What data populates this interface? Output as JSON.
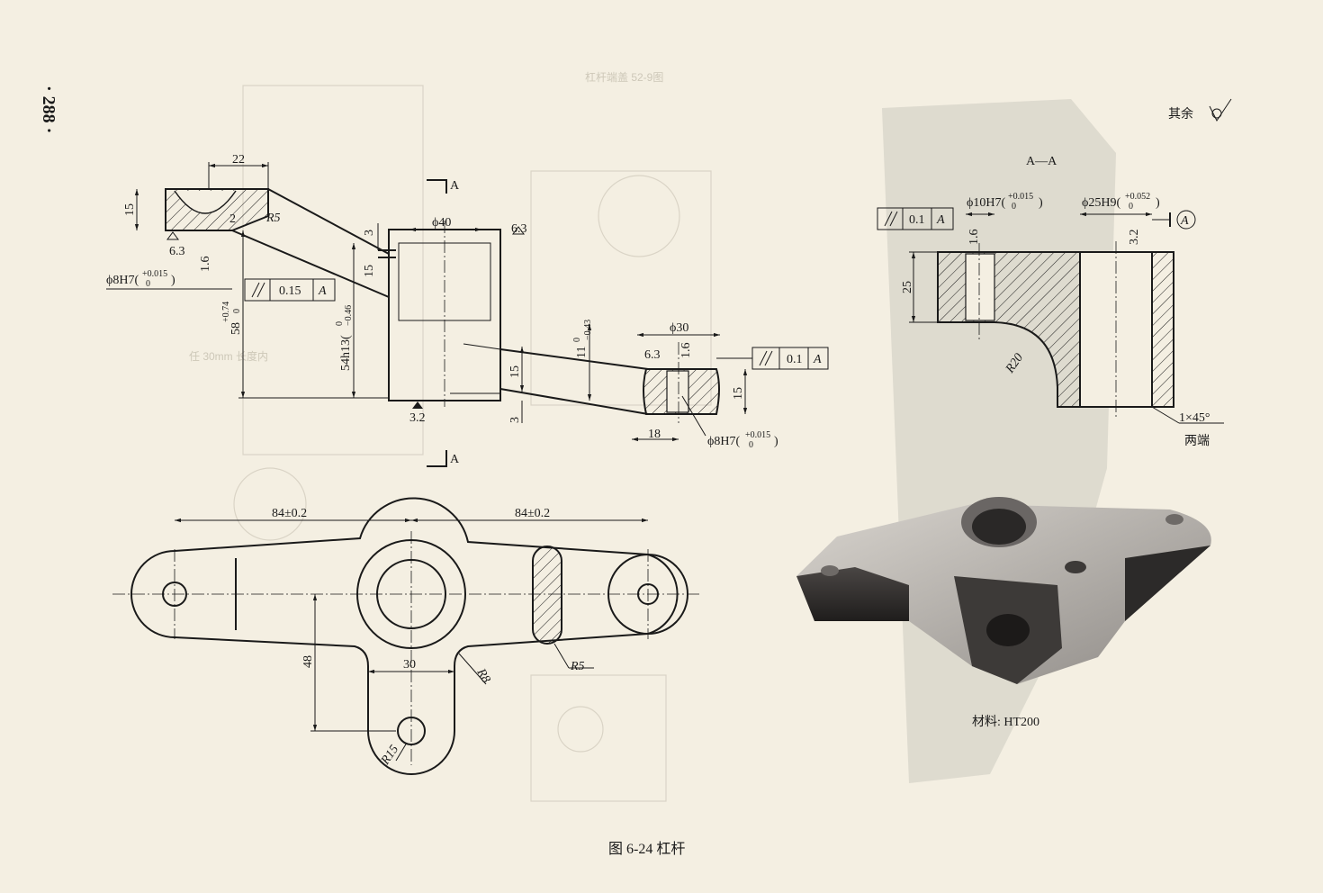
{
  "page_number": "· 288 ·",
  "roughness_note": "其余",
  "section_title": "A—A",
  "section_mark": "A",
  "material": "材料: HT200",
  "caption": "图 6-24   杠杆",
  "front_view": {
    "dim_22": "22",
    "dim_15_left": "15",
    "r5_top": "R5",
    "dim_2": "2",
    "rough_6_3_left": "6.3",
    "dim_1_6": "1.6",
    "bore_phi8": "ϕ8H7(",
    "tol_phi8_upper": "+0.015",
    "tol_phi8_lower": "0",
    "tol_close": ")",
    "parallel_value": "0.15",
    "datum": "A",
    "dim_58": "58",
    "tol_58_upper": "+0.74",
    "tol_58_lower": "0",
    "dim_54": "54h13(",
    "tol_54_upper": "0",
    "tol_54_lower": "−0.46",
    "dim_3_top": "3",
    "dim_15_mid": "15",
    "phi40": "ϕ40",
    "rough_6_3_top": "6.3",
    "rough_3_2_bottom": "3.2",
    "dim_11": "11",
    "tol_11_upper": "0",
    "tol_11_lower": "−0.43",
    "phi30": "ϕ30",
    "rough_6_3_right": "6.3",
    "rough_1_6_right": "1.6",
    "parallel_value_right": "0.1",
    "dim_15_lower": "15",
    "dim_3_bottom": "3",
    "dim_15_right": "15",
    "dim_18": "18",
    "bore_phi8_right": "ϕ8H7("
  },
  "top_view": {
    "dim_84_left": "84±0.2",
    "dim_84_right": "84±0.2",
    "dim_48": "48",
    "dim_30": "30",
    "r8": "R8",
    "r5": "R5",
    "r15": "R15"
  },
  "section_view": {
    "parallel_value": "0.1",
    "datum": "A",
    "phi10": "ϕ10H7(",
    "tol_phi10_upper": "+0.015",
    "tol_phi10_lower": "0",
    "phi25": "ϕ25H9(",
    "tol_phi25_upper": "+0.052",
    "tol_phi25_lower": "0",
    "datum_circle": "A",
    "rough_1_6": "1.6",
    "rough_3_2": "3.2",
    "dim_25": "25",
    "r20": "R20",
    "chamfer": "1×45°",
    "chamfer_note": "两端"
  },
  "bleed_through": {
    "label_1": "杠杆端盖 52-9图",
    "label_2": "任 30mm 长度内"
  }
}
